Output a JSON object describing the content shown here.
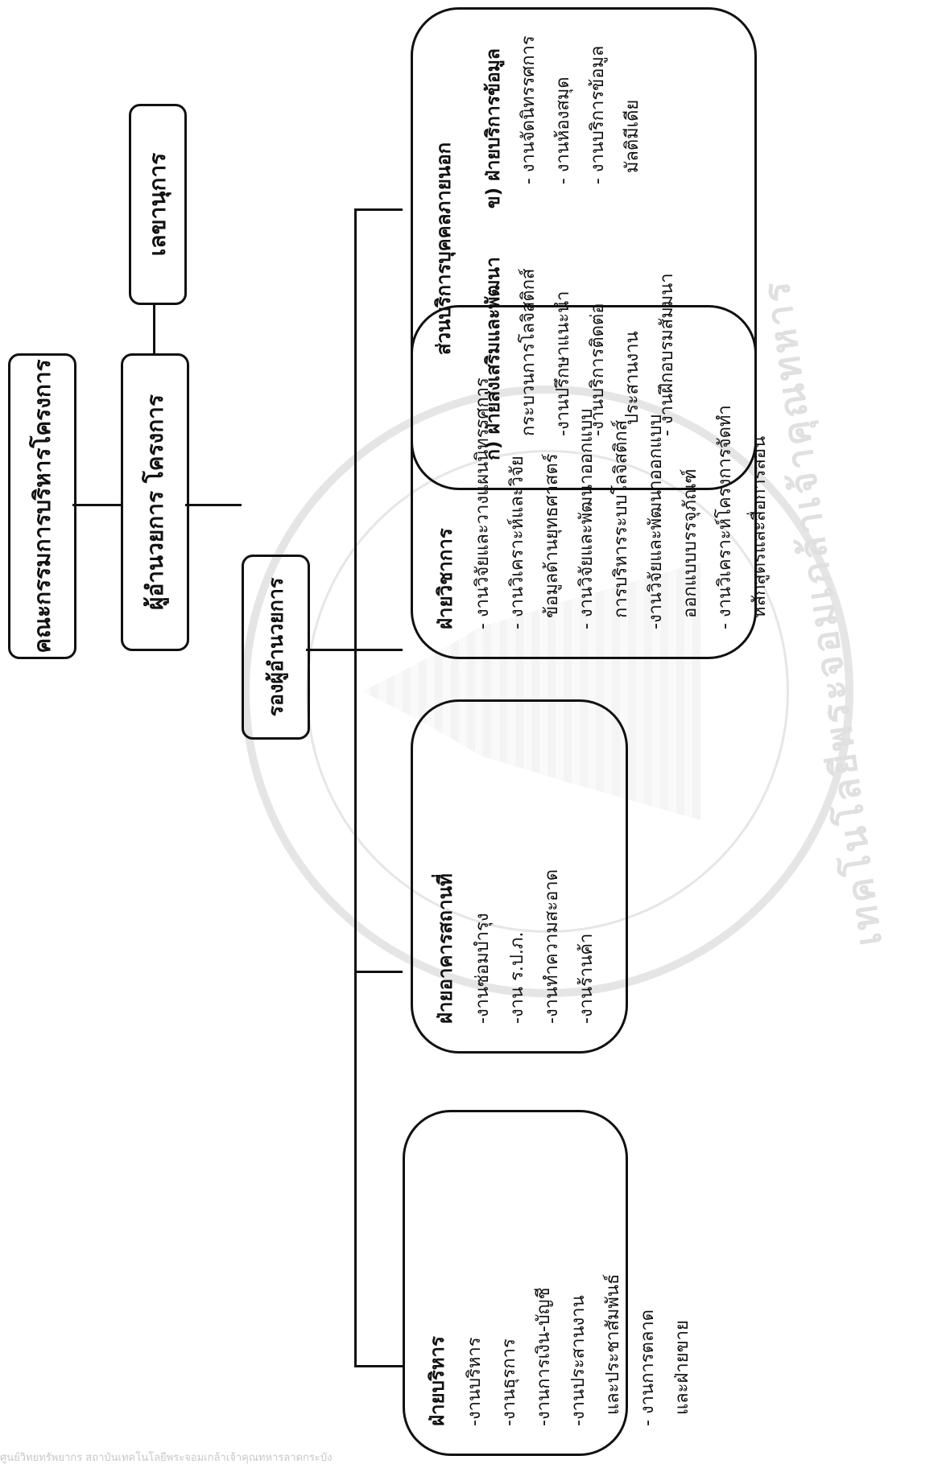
{
  "chart": {
    "root": "คณะกรรมการบริหารโครงการ",
    "director": "ผู้อำนวยการ โครงการ",
    "secretary": "เลขานุการ",
    "deputy": "รองผู้อำนวยการ",
    "departments": [
      {
        "title": "ฝ่ายบริหาร",
        "items": [
          "-งานบริหาร",
          "-งานธุรการ",
          "-งานการเงิน-บัญชี",
          "-งานประสานงาน",
          "และประชาสัมพันธ์",
          "- งานการตลาด",
          "และฝ่ายขาย"
        ]
      },
      {
        "title": "ฝ่ายอาคารสถานที่",
        "items": [
          "-งานซ่อมบำรุง",
          "-งาน ร.ป.ภ.",
          "-งานทำความสะอาด",
          "-งานร้านค้า"
        ]
      },
      {
        "title": "ฝ่ายวิชาการ",
        "items": [
          "- งานวิจัยและวางแผนนิทรรศการ",
          "- งานวิเคราะห์และวิจัย",
          "ข้อมูลด้านยุทธศาสตร์",
          "- งานวิจัยและพัฒนาออกแบบ",
          "การบริหารระบบโลจิสติกส์",
          "-งานวิจัยและพัฒนาออกแบบ",
          "ออกแบบบรรจุภัณฑ์",
          "- งานวิเคราะห์โครงการจัดทำ",
          "หลักสูตรและสื่อการสอน"
        ]
      }
    ],
    "external": {
      "title": "ส่วนบริการบุคคลภายนอก",
      "sub_a": {
        "title": "ก) ฝ่ายส่งเสริมและพัฒนา",
        "items": [
          "กระบวนการโลจิสติกส์",
          "-งานปรึกษาแนะนำ",
          "-งานบริการติดต่อ",
          "ประสานงาน",
          "- งานฝึกอบรมสัมมนา"
        ]
      },
      "sub_b": {
        "title": "ข) ฝ่ายบริการข้อมูล",
        "items": [
          "- งานจัดนิทรรศการ",
          "- งานห้องสมุด",
          "- งานบริการข้อมูล",
          "มัลติมีเดีย"
        ]
      }
    }
  },
  "watermark": {
    "text_1": "เทคโนโลยีพระจอมเกล้าเจ้าคุณทหาร",
    "footer": "ศูนย์วิทยทรัพยากร สถาบันเทคโนโลยีพระจอมเกล้าเจ้าคุณทหารลาดกระบัง"
  }
}
